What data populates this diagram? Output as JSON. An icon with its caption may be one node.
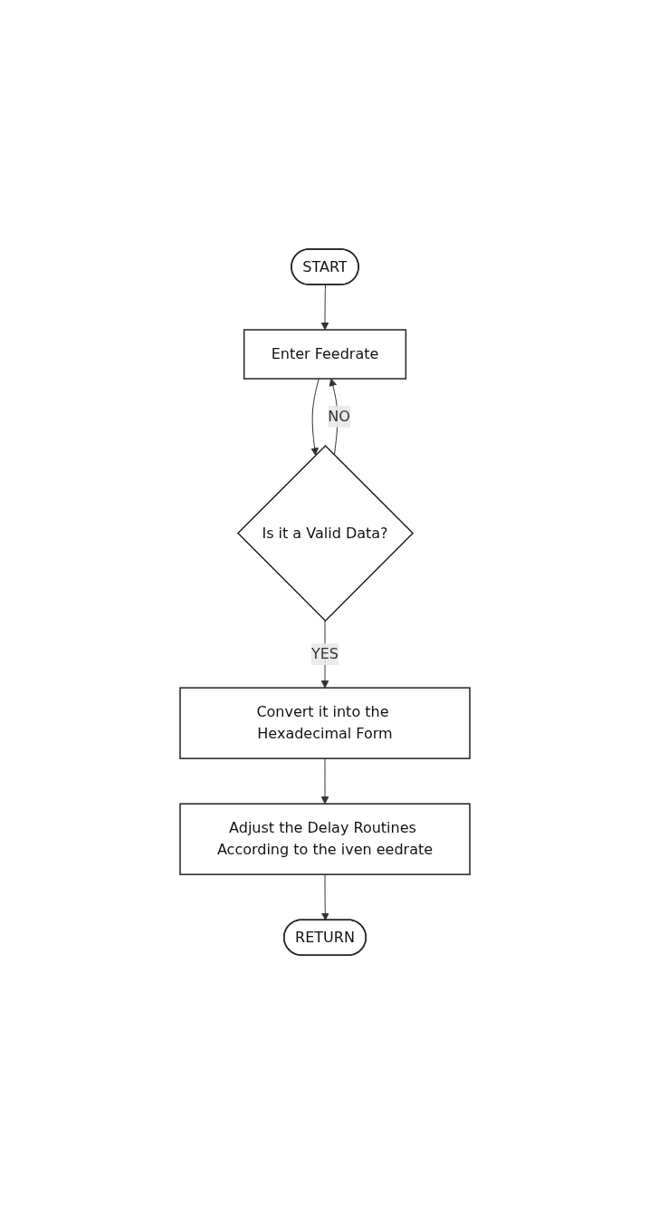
{
  "diagram": {
    "nodes": [
      {
        "text": [
          "START"
        ]
      },
      {
        "text": [
          "Enter Feedrate"
        ]
      },
      {
        "text": [
          "Is it a Valid Data?"
        ]
      },
      {
        "text": [
          "Convert it into the Hexadecimal Form"
        ]
      },
      {
        "text": [
          "Adjust the Delay Routines According to the iven eedrate"
        ]
      },
      {
        "text": [
          "RETURN"
        ]
      }
    ],
    "edges": [
      {
        "from": 0,
        "to": 1,
        "arrow": "to"
      },
      {
        "from": 1,
        "to": 2,
        "arrow": "to"
      },
      {
        "from": 2,
        "to": 3,
        "arrow": "to",
        "label": "YES"
      },
      {
        "from": 2,
        "to": 1,
        "arrow": "to",
        "label": "NO"
      },
      {
        "from": 3,
        "to": 4,
        "arrow": "to"
      },
      {
        "from": 4,
        "to": 5,
        "arrow": "to"
      }
    ]
  }
}
